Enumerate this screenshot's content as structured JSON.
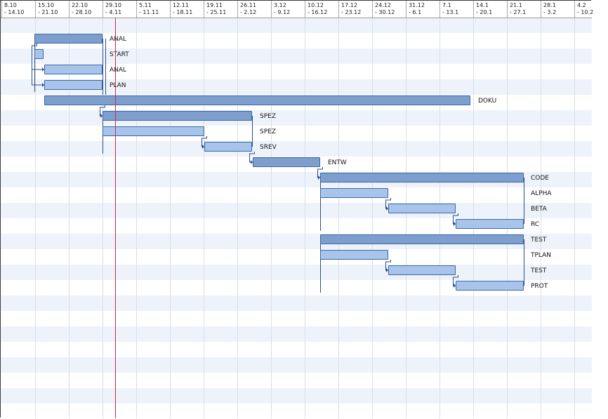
{
  "timeline": {
    "weeks": [
      {
        "line1": "8.10",
        "line2": "- 14.10"
      },
      {
        "line1": "15.10",
        "line2": "- 21.10"
      },
      {
        "line1": "22.10",
        "line2": "- 28.10"
      },
      {
        "line1": "29.10",
        "line2": "- 4.11"
      },
      {
        "line1": "5.11",
        "line2": "- 11.11"
      },
      {
        "line1": "12.11",
        "line2": "- 18.11"
      },
      {
        "line1": "19.11",
        "line2": "- 25.11"
      },
      {
        "line1": "26.11",
        "line2": "- 2.12"
      },
      {
        "line1": "3.12",
        "line2": "- 9.12"
      },
      {
        "line1": "10.12",
        "line2": "- 16.12"
      },
      {
        "line1": "17.12",
        "line2": "- 23.12"
      },
      {
        "line1": "24.12",
        "line2": "- 30.12"
      },
      {
        "line1": "31.12",
        "line2": "- 6.1"
      },
      {
        "line1": "7.1",
        "line2": "- 13.1"
      },
      {
        "line1": "14.1",
        "line2": "- 20.1"
      },
      {
        "line1": "21.1",
        "line2": "- 27.1"
      },
      {
        "line1": "28.1",
        "line2": "- 3.2"
      },
      {
        "line1": "4.2",
        "line2": "- 10.2"
      }
    ]
  },
  "tasks": [
    {
      "label": "ANAL",
      "kind": "summary"
    },
    {
      "label": "START",
      "kind": "task"
    },
    {
      "label": "ANAL",
      "kind": "task"
    },
    {
      "label": "PLAN",
      "kind": "task"
    },
    {
      "label": "DOKU",
      "kind": "summary"
    },
    {
      "label": "SPEZ",
      "kind": "summary"
    },
    {
      "label": "SPEZ",
      "kind": "task"
    },
    {
      "label": "SREV",
      "kind": "task"
    },
    {
      "label": "ENTW",
      "kind": "summary"
    },
    {
      "label": "CODE",
      "kind": "summary"
    },
    {
      "label": "ALPHA",
      "kind": "task"
    },
    {
      "label": "BETA",
      "kind": "task"
    },
    {
      "label": "RC",
      "kind": "task"
    },
    {
      "label": "TEST",
      "kind": "summary"
    },
    {
      "label": "TPLAN",
      "kind": "task"
    },
    {
      "label": "TEST",
      "kind": "task"
    },
    {
      "label": "PROT",
      "kind": "task"
    }
  ],
  "colors": {
    "summary_bar": "#7e9ecd",
    "task_bar": "#a8c4ea",
    "bar_border": "#3a67a8",
    "row_alt": "#eef3fb",
    "today_line": "#d7262e"
  }
}
